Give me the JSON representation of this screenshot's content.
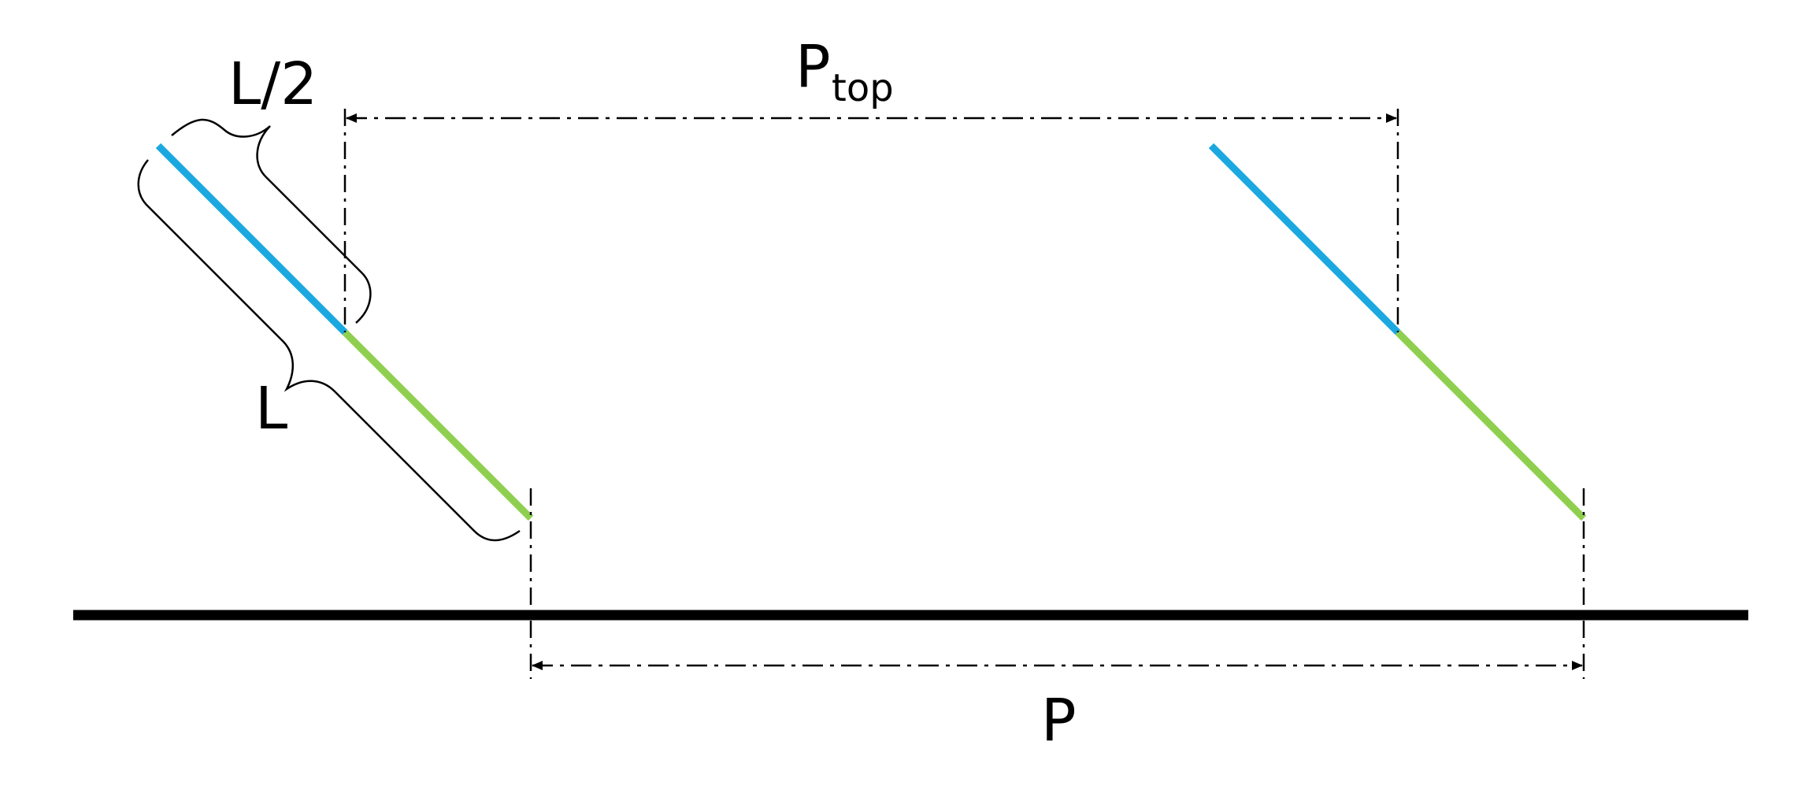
{
  "labels": {
    "half_length": "L/2",
    "length": "L",
    "pitch_top_main": "P",
    "pitch_top_sub": "top",
    "pitch": "P"
  },
  "colors": {
    "upper_half_segment": "#1ba8e0",
    "lower_half_segment": "#8fcf4f",
    "ground_line": "#000000",
    "dimension_lines": "#000000",
    "background": "#ffffff"
  }
}
